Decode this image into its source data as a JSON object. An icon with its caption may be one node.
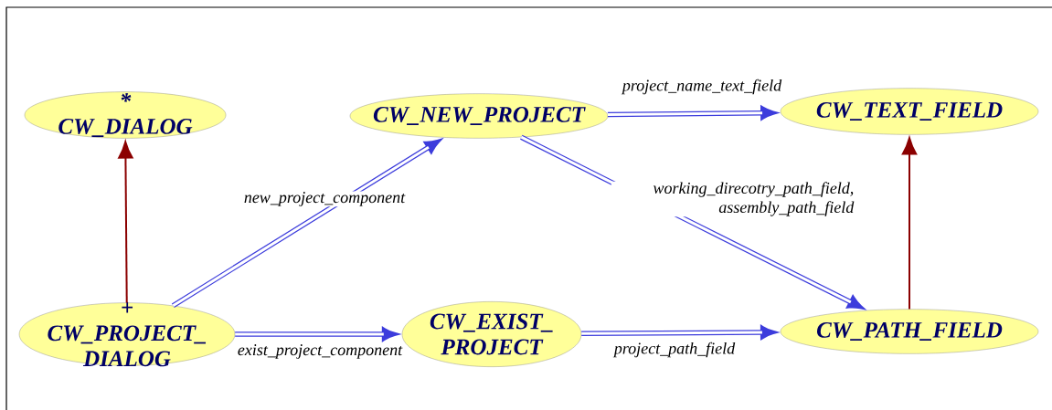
{
  "diagram": {
    "nodes": [
      {
        "text": [
          "*",
          "CW_DIALOG"
        ]
      },
      {
        "text": [
          "CW_NEW_PROJECT"
        ]
      },
      {
        "text": [
          "CW_TEXT_FIELD"
        ]
      },
      {
        "text": [
          "+",
          "CW_PROJECT_ DIALOG"
        ]
      },
      {
        "text": [
          "CW_EXIST_ PROJECT"
        ]
      },
      {
        "text": [
          "CW_PATH_FIELD"
        ]
      }
    ],
    "edges": [
      {
        "from": 3,
        "to": 0,
        "arrow": "to",
        "color": "#8b0000"
      },
      {
        "from": 3,
        "to": 1,
        "arrow": "to",
        "label": "new_project_component"
      },
      {
        "from": 3,
        "to": 4,
        "arrow": "to",
        "label": "exist_project_component"
      },
      {
        "from": 1,
        "to": 2,
        "arrow": "to",
        "label": "project_name_text_field"
      },
      {
        "from": 1,
        "to": 5,
        "arrow": "to",
        "label": "working_direcotry_path_field, assembly_path_field"
      },
      {
        "from": 4,
        "to": 5,
        "arrow": "to",
        "label": "project_path_field"
      },
      {
        "from": 5,
        "to": 2,
        "arrow": "to",
        "color": "#8b0000"
      }
    ]
  }
}
